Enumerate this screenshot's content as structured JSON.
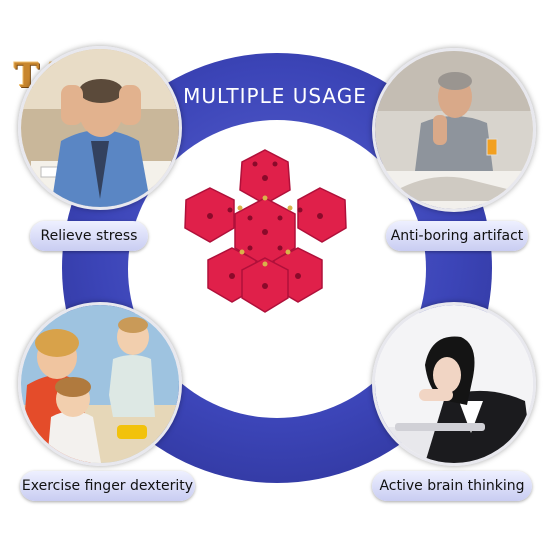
{
  "brand": {
    "logo_text": "TALOS"
  },
  "header": {
    "title": "MULTIPLE USAGE"
  },
  "usages": [
    {
      "label": "Relieve stress",
      "photo": "stressed-man-photo"
    },
    {
      "label": "Anti-boring artifact",
      "photo": "relaxed-man-photo"
    },
    {
      "label": "Exercise finger dexterity",
      "photo": "mother-children-photo"
    },
    {
      "label": "Active brain thinking",
      "photo": "thinking-woman-photo"
    }
  ],
  "colors": {
    "ring": "#3c45b8",
    "toy": "#e0204a",
    "label_bg": "#dfe2fa",
    "logo": "#c8862e"
  }
}
